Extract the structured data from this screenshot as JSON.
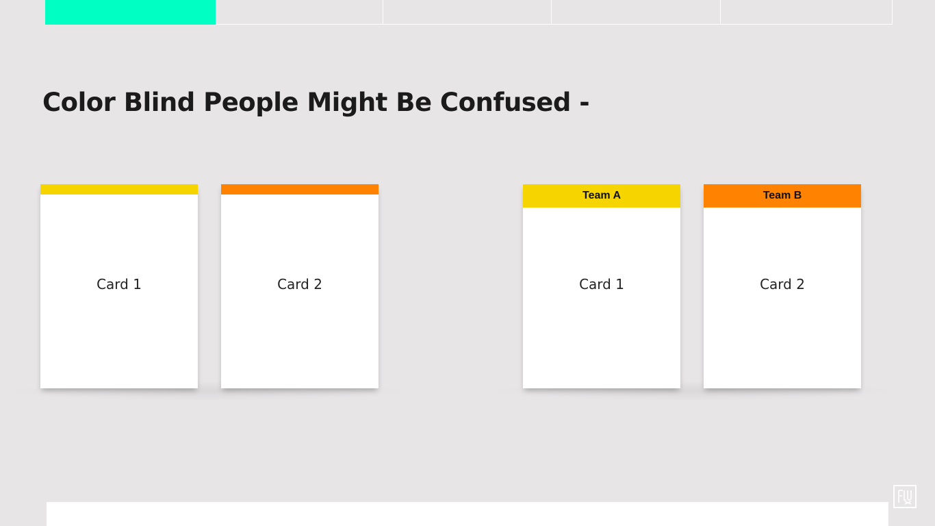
{
  "progress": {
    "segments": 5,
    "active_index": 0,
    "active_color": "#00ffc2"
  },
  "slide": {
    "title": "Color Blind People Might Be Confused -"
  },
  "left_group": {
    "cards": [
      {
        "label": "Card 1",
        "color": "#f5d400"
      },
      {
        "label": "Card 2",
        "color": "#ff8200"
      }
    ]
  },
  "right_group": {
    "cards": [
      {
        "team": "Team A",
        "label": "Card 1",
        "color": "#f5d400"
      },
      {
        "team": "Team B",
        "label": "Card 2",
        "color": "#ff8200"
      }
    ]
  },
  "logo": {
    "icon": "flux-logo-icon"
  }
}
